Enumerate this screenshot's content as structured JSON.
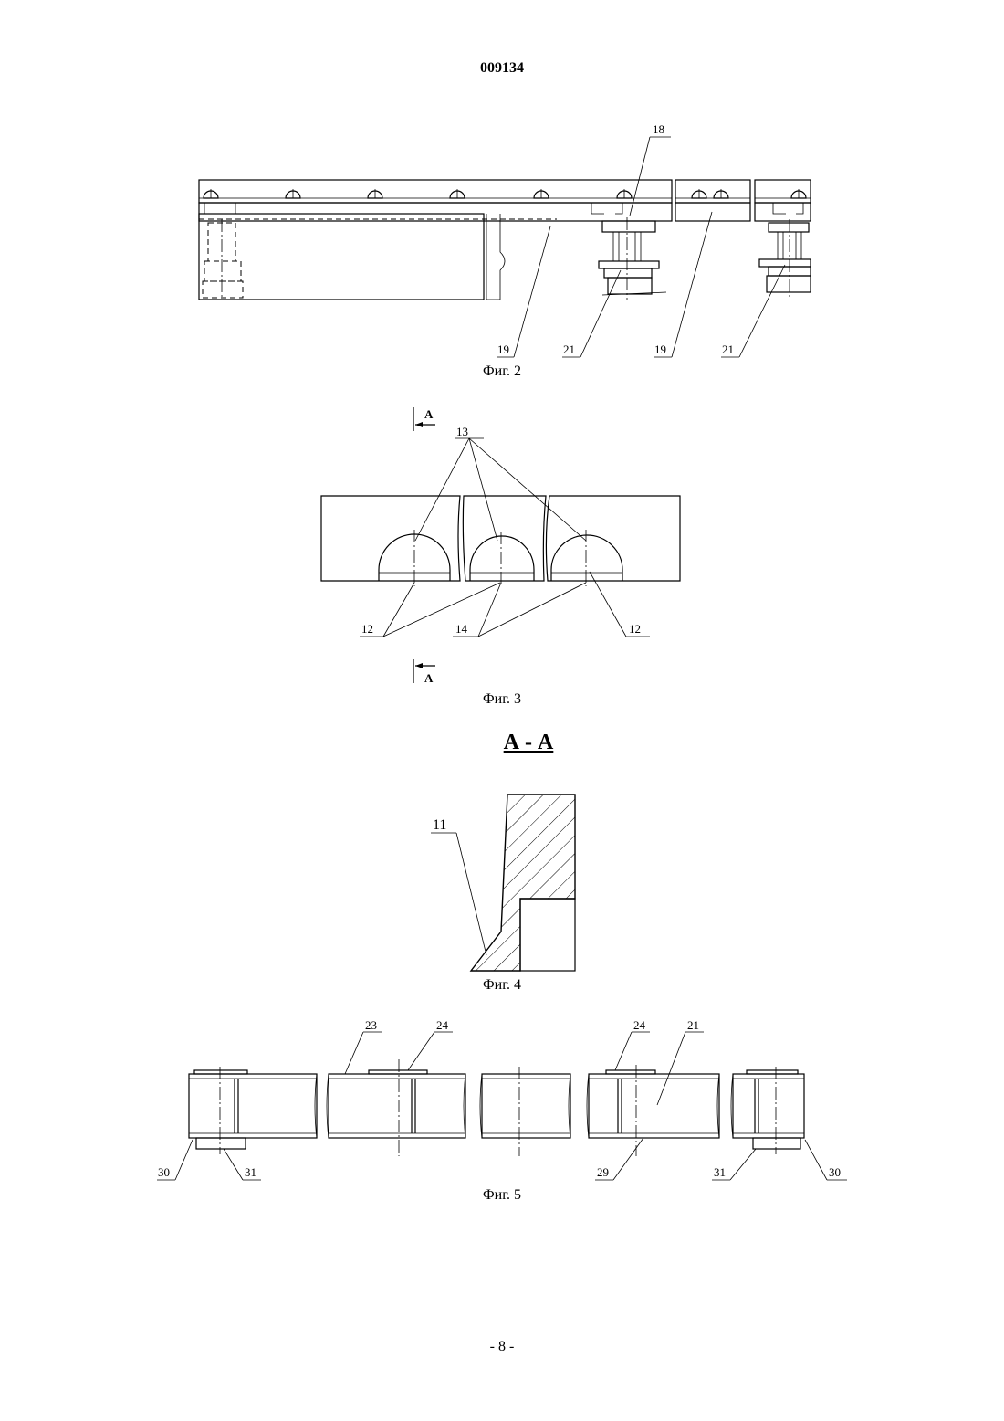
{
  "header": {
    "document_number": "009134"
  },
  "figures": {
    "fig2": {
      "caption": "Фиг. 2",
      "labels": [
        "18",
        "19",
        "21",
        "19",
        "21"
      ]
    },
    "fig3": {
      "caption": "Фиг. 3",
      "section_mark": "А",
      "labels": [
        "13",
        "12",
        "14",
        "12"
      ]
    },
    "fig4": {
      "caption": "Фиг. 4",
      "section_title": "А - А",
      "labels": [
        "11"
      ]
    },
    "fig5": {
      "caption": "Фиг. 5",
      "labels": [
        "23",
        "24",
        "24",
        "21",
        "30",
        "31",
        "29",
        "31",
        "30"
      ]
    }
  },
  "footer": {
    "page_number": "- 8 -"
  }
}
